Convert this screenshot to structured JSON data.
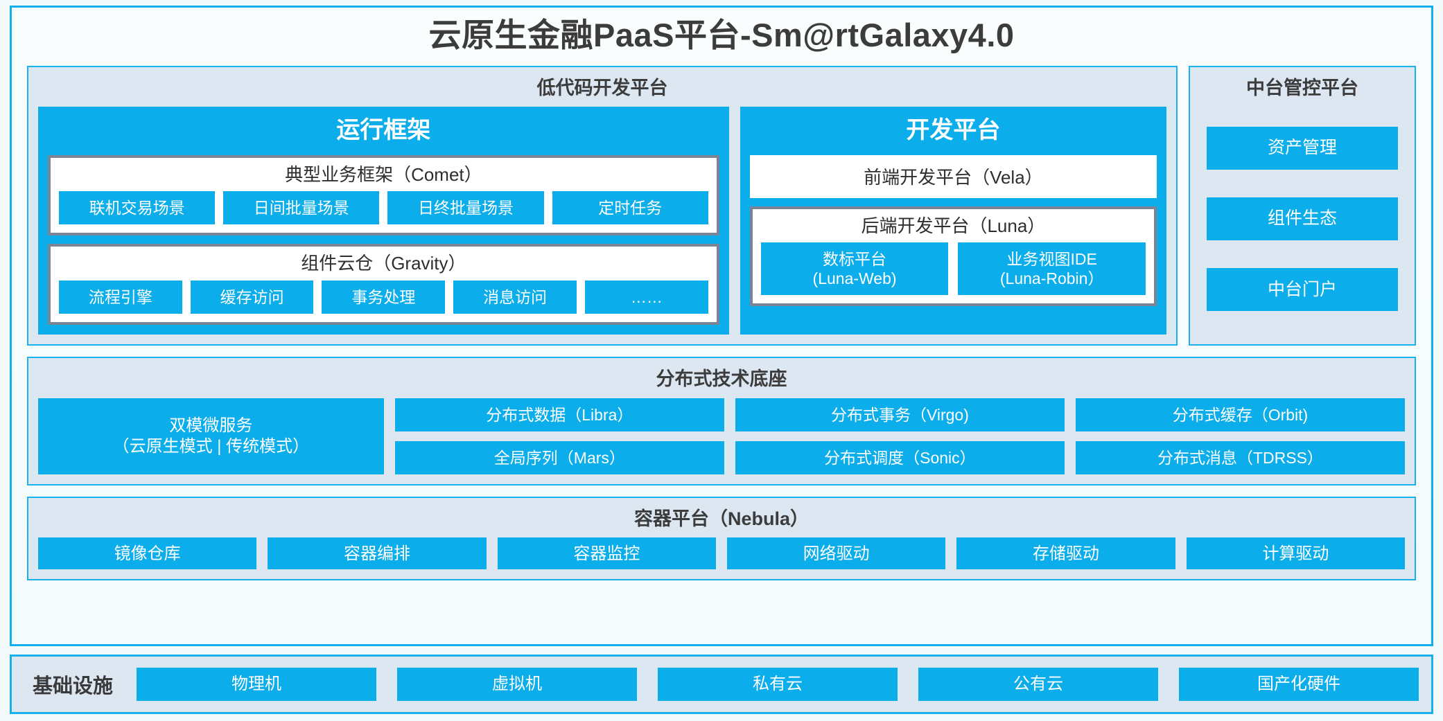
{
  "platform": {
    "title": "云原生金融PaaS平台-Sm@rtGalaxy4.0"
  },
  "lowcode": {
    "title": "低代码开发平台",
    "runtime": {
      "title": "运行框架",
      "comet": {
        "title": "典型业务框架（Comet）",
        "items": [
          "联机交易场景",
          "日间批量场景",
          "日终批量场景",
          "定时任务"
        ]
      },
      "gravity": {
        "title": "组件云仓（Gravity）",
        "items": [
          "流程引擎",
          "缓存访问",
          "事务处理",
          "消息访问",
          "……"
        ]
      }
    },
    "devplatform": {
      "title": "开发平台",
      "vela": "前端开发平台（Vela）",
      "luna": {
        "title": "后端开发平台（Luna）",
        "items": [
          {
            "name": "数标平台",
            "code": "(Luna-Web)"
          },
          {
            "name": "业务视图IDE",
            "code": "(Luna-Robin）"
          }
        ]
      }
    }
  },
  "midplatform": {
    "title": "中台管控平台",
    "items": [
      "资产管理",
      "组件生态",
      "中台门户"
    ]
  },
  "techbase": {
    "title": "分布式技术底座",
    "microservice": {
      "line1": "双模微服务",
      "line2": "（云原生模式 | 传统模式）"
    },
    "columns": [
      [
        "分布式数据（Libra）",
        "全局序列（Mars）"
      ],
      [
        "分布式事务（Virgo)",
        "分布式调度（Sonic）"
      ],
      [
        "分布式缓存（Orbit)",
        "分布式消息（TDRSS）"
      ]
    ]
  },
  "container": {
    "title": "容器平台（Nebula）",
    "items": [
      "镜像仓库",
      "容器编排",
      "容器监控",
      "网络驱动",
      "存储驱动",
      "计算驱动"
    ]
  },
  "infrastructure": {
    "label": "基础设施",
    "items": [
      "物理机",
      "虚拟机",
      "私有云",
      "公有云",
      "国产化硬件"
    ]
  },
  "colors": {
    "accent_blue": "#0BADEA",
    "border_cyan": "#17B2EE",
    "panel_bg": "#DDE7F2",
    "card_border": "#7A8494",
    "page_bg": "#F2FAFC",
    "text_dark": "#3A3A3A"
  }
}
